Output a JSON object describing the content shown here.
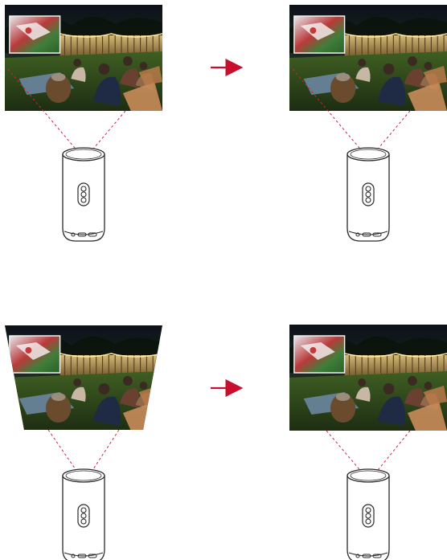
{
  "figure": {
    "description_none": "",
    "arrow_color": "#c8102e",
    "line_color": "#d21f3c",
    "projector_stroke": "#2a2a2a",
    "steps": [
      {
        "id": "top-before",
        "screen_shape": "rectangle",
        "scene_icon": "outdoor-movie-night-photo"
      },
      {
        "id": "top-after",
        "screen_shape": "rectangle",
        "scene_icon": "outdoor-movie-night-photo"
      },
      {
        "id": "bottom-before",
        "screen_shape": "keystone-trapezoid",
        "scene_icon": "outdoor-movie-night-photo"
      },
      {
        "id": "bottom-after",
        "screen_shape": "rectangle",
        "scene_icon": "outdoor-movie-night-photo"
      }
    ]
  }
}
